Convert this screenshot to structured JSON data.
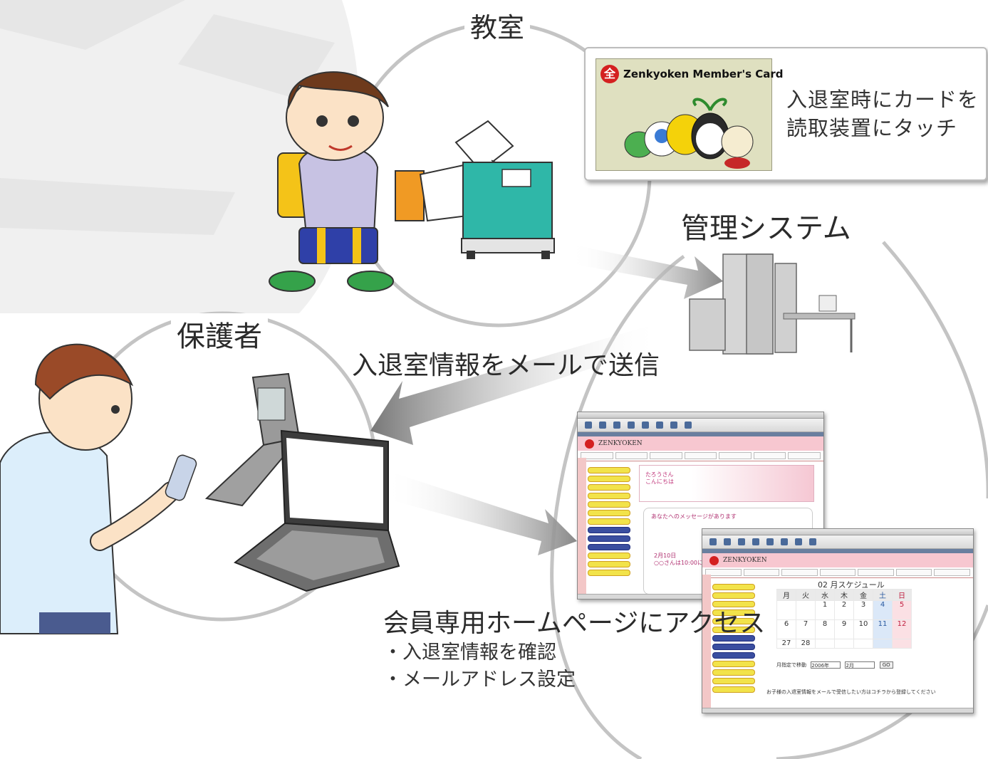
{
  "sections": {
    "classroom": "教室",
    "management": "管理システム",
    "guardian": "保護者"
  },
  "card": {
    "title": "Zenkyoken Member's Card",
    "logo_char": "全",
    "instruction_line1": "入退室時にカードを",
    "instruction_line2": "読取装置にタッチ"
  },
  "mail_label": "入退室情報をメールで送信",
  "access": {
    "title": "会員専用ホームページにアクセス",
    "items": [
      "・入退室情報を確認",
      "・メールアドレス設定"
    ]
  },
  "browser_top": {
    "site_name": "ZENKYOKEN",
    "greeting_line1": "たろうさん",
    "greeting_line2": "こんにちは",
    "message_title": "あなたへのメッセージがあります",
    "date_line1": "2月10日",
    "date_line2": "○○さんは10:00に"
  },
  "browser_bottom": {
    "site_name": "ZENKYOKEN",
    "calendar_title": "02 月スケジュール",
    "weekdays": [
      "月",
      "火",
      "水",
      "木",
      "金",
      "土",
      "日"
    ],
    "week1": [
      "",
      "",
      "1",
      "2",
      "3",
      "4",
      "5"
    ],
    "week2": [
      "6",
      "7",
      "8",
      "9",
      "10",
      "11",
      "12"
    ],
    "week3": [
      "27",
      "28",
      "",
      "",
      "",
      "",
      ""
    ],
    "month_nav_label": "月指定で移動",
    "year_select": "2006年",
    "month_select": "2月",
    "go_button": "GO",
    "note": "お子様の入退室情報をメールで受信したい方はコチラから登録してください"
  },
  "colors": {
    "circle_stroke": "#c4c4c4",
    "arrow": "#8c8c8c",
    "brand_red": "#d42020",
    "site_pink": "#f7c7d0"
  }
}
